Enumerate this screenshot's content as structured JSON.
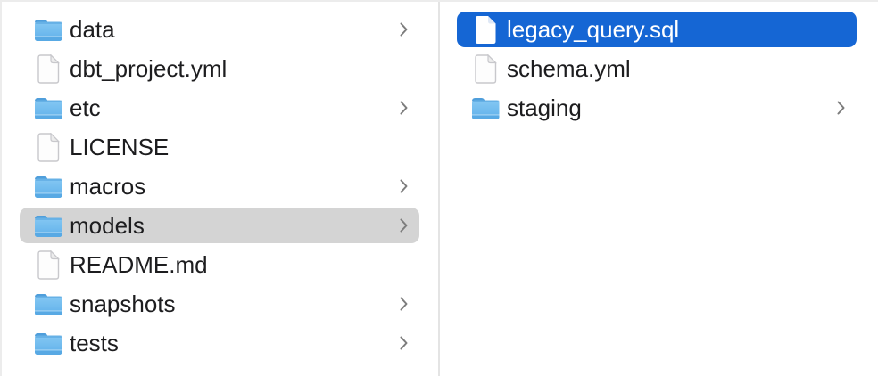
{
  "window": {
    "view": "Finder column browser"
  },
  "colors": {
    "selection_active": "#1566d4",
    "selection_inactive": "#d4d4d4",
    "text": "#1d1d1f",
    "chevron": "#7d7d7d",
    "divider": "#e4e4e4",
    "folder_tab": "#4f9edb",
    "folder_body_top": "#85c8f3",
    "folder_body_bottom": "#5fb0ea",
    "file_outline": "#c8c8cc"
  },
  "icons": {
    "folder": "folder-icon",
    "file": "document-icon",
    "chevron": "chevron-right-icon"
  },
  "columns": [
    {
      "name": "column-1",
      "items": [
        {
          "label": "data",
          "kind": "folder",
          "chevron": true,
          "selected": "none"
        },
        {
          "label": "dbt_project.yml",
          "kind": "file",
          "chevron": false,
          "selected": "none"
        },
        {
          "label": "etc",
          "kind": "folder",
          "chevron": true,
          "selected": "none"
        },
        {
          "label": "LICENSE",
          "kind": "file",
          "chevron": false,
          "selected": "none"
        },
        {
          "label": "macros",
          "kind": "folder",
          "chevron": true,
          "selected": "none"
        },
        {
          "label": "models",
          "kind": "folder",
          "chevron": true,
          "selected": "inactive"
        },
        {
          "label": "README.md",
          "kind": "file",
          "chevron": false,
          "selected": "none"
        },
        {
          "label": "snapshots",
          "kind": "folder",
          "chevron": true,
          "selected": "none"
        },
        {
          "label": "tests",
          "kind": "folder",
          "chevron": true,
          "selected": "none"
        }
      ]
    },
    {
      "name": "column-2",
      "items": [
        {
          "label": "legacy_query.sql",
          "kind": "file",
          "chevron": false,
          "selected": "active"
        },
        {
          "label": "schema.yml",
          "kind": "file",
          "chevron": false,
          "selected": "none"
        },
        {
          "label": "staging",
          "kind": "folder",
          "chevron": true,
          "selected": "none"
        }
      ]
    }
  ]
}
